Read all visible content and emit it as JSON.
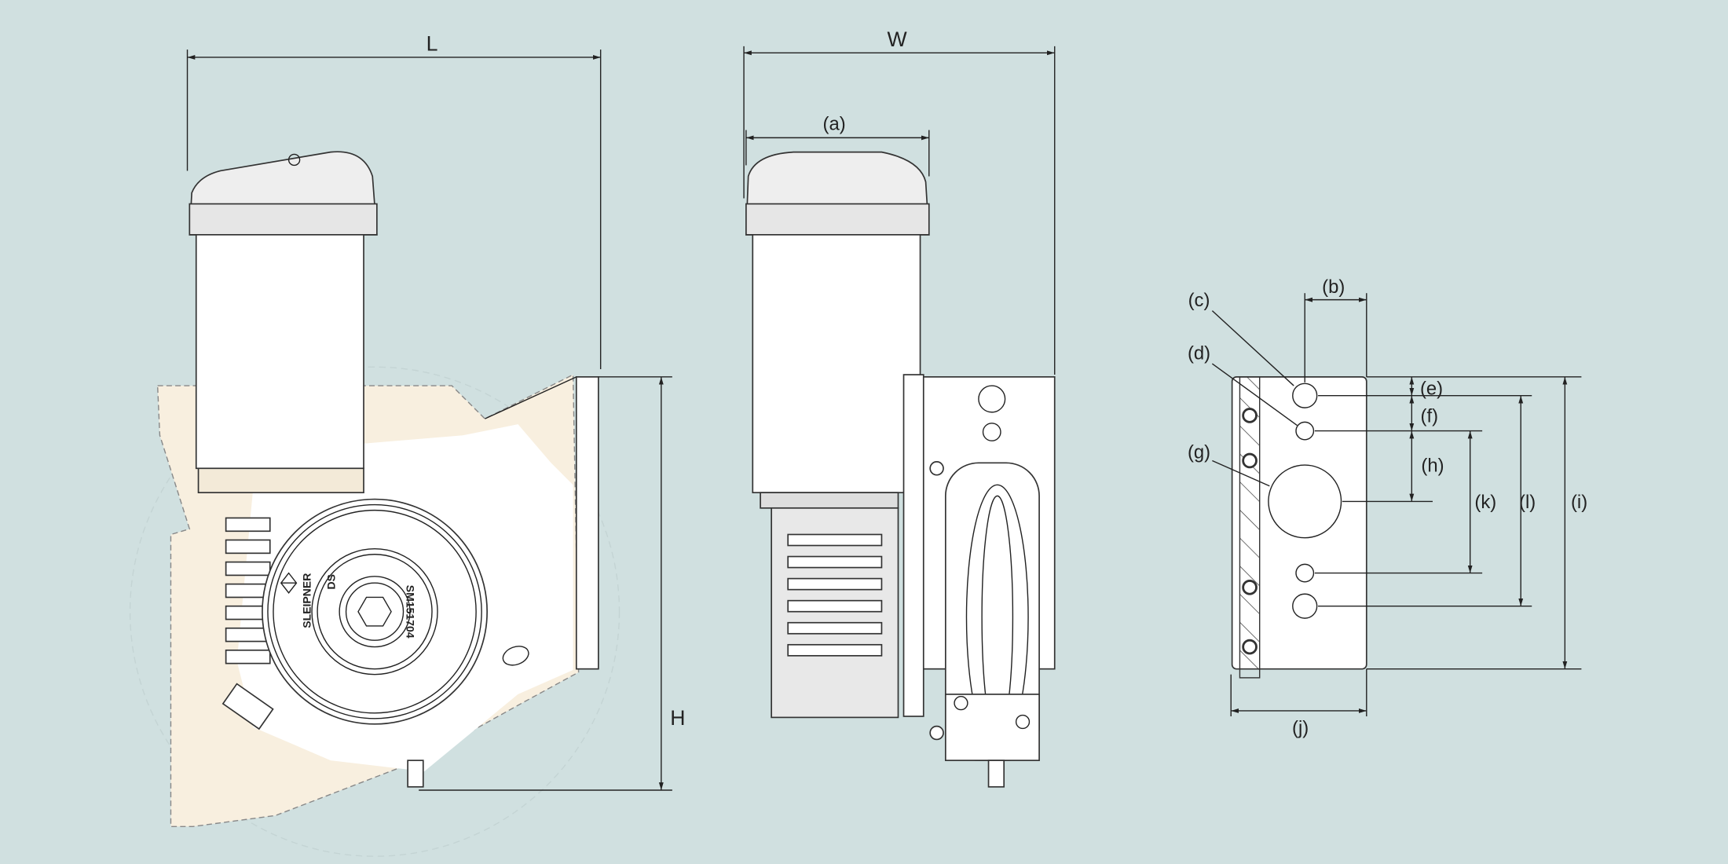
{
  "colors": {
    "background": "#d0e0e0",
    "bracket": "#f8efdf",
    "line": "#222222"
  },
  "side_view": {
    "length_label": "L",
    "height_label": "H",
    "motor_markings": {
      "brand": "SLEIPNER",
      "code": "DS",
      "serial": "SM151704"
    }
  },
  "front_view": {
    "width_label": "W",
    "cap_width_label": "(a)"
  },
  "plate_view": {
    "labels": {
      "b": "(b)",
      "c": "(c)",
      "d": "(d)",
      "e": "(e)",
      "f": "(f)",
      "g": "(g)",
      "h": "(h)",
      "i": "(i)",
      "j": "(j)",
      "k": "(k)",
      "l": "(l)"
    }
  }
}
